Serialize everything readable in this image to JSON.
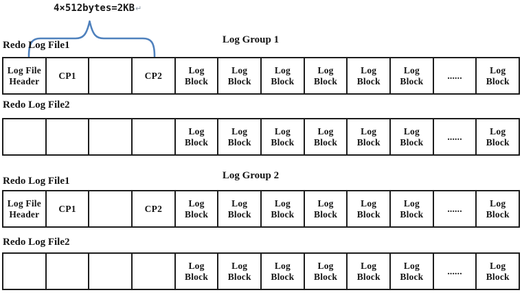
{
  "annotation": {
    "text": "4×512bytes=2KB",
    "return_mark": "↵"
  },
  "colors": {
    "brace": "#4f81bd",
    "line": "#1c1c1c"
  },
  "groups": [
    {
      "title": "Log Group 1",
      "files": [
        {
          "label": "Redo Log File1",
          "cells": [
            "Log File Header",
            "CP1",
            "",
            "CP2",
            "Log Block",
            "Log Block",
            "Log Block",
            "Log Block",
            "Log Block",
            "Log Block",
            "......",
            "Log Block"
          ]
        },
        {
          "label": "Redo Log File2",
          "cells": [
            "",
            "",
            "",
            "",
            "Log Block",
            "Log Block",
            "Log Block",
            "Log Block",
            "Log Block",
            "Log Block",
            "......",
            "Log Block"
          ]
        }
      ]
    },
    {
      "title": "Log Group 2",
      "files": [
        {
          "label": "Redo Log File1",
          "cells": [
            "Log File Header",
            "CP1",
            "",
            "CP2",
            "Log Block",
            "Log Block",
            "Log Block",
            "Log Block",
            "Log Block",
            "Log Block",
            "......",
            "Log Block"
          ]
        },
        {
          "label": "Redo Log File2",
          "cells": [
            "",
            "",
            "",
            "",
            "Log Block",
            "Log Block",
            "Log Block",
            "Log Block",
            "Log Block",
            "Log Block",
            "......",
            "Log Block"
          ]
        }
      ]
    }
  ]
}
